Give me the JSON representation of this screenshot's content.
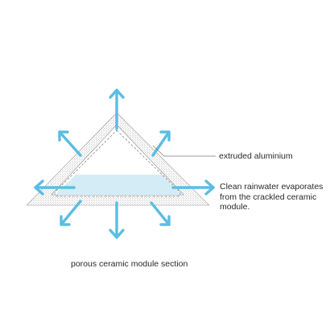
{
  "labels": {
    "aluminium": "extruded aluminium",
    "evaporates": "Clean rainwater evaporates from the crackled ceramic module.",
    "caption": "porous ceramic module section"
  },
  "colors": {
    "arrow": "#5bbde2",
    "water_fill": "#d4ecf6",
    "stipple": "#8a8a8a",
    "outline": "#9a9a9a",
    "text": "#2a2a2a",
    "background": "#ffffff"
  }
}
